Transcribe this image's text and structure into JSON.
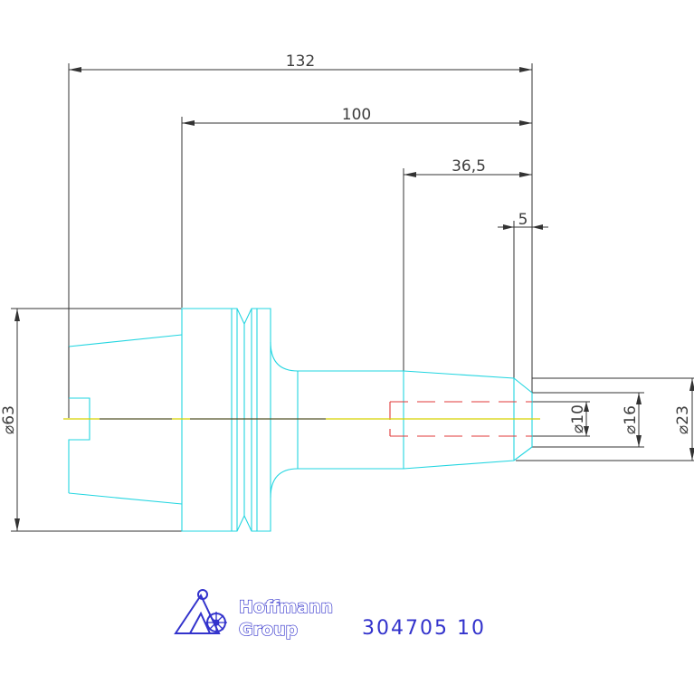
{
  "dimensions": {
    "overall_length": "132",
    "gauge_length": "100",
    "nose_length": "36,5",
    "tip_length": "5",
    "flange_diameter": "⌀63",
    "bore_diameter": "⌀10",
    "tip_diameter": "⌀16",
    "nose_diameter": "⌀23"
  },
  "logo": {
    "line1": "Hoffmann",
    "line2": "Group"
  },
  "part_number": "304705 10",
  "colors": {
    "outline": "#22d5e0",
    "dimension": "#333333",
    "hidden": "#e03a3a",
    "axis": "#d6d200",
    "brand": "#3333cc"
  }
}
